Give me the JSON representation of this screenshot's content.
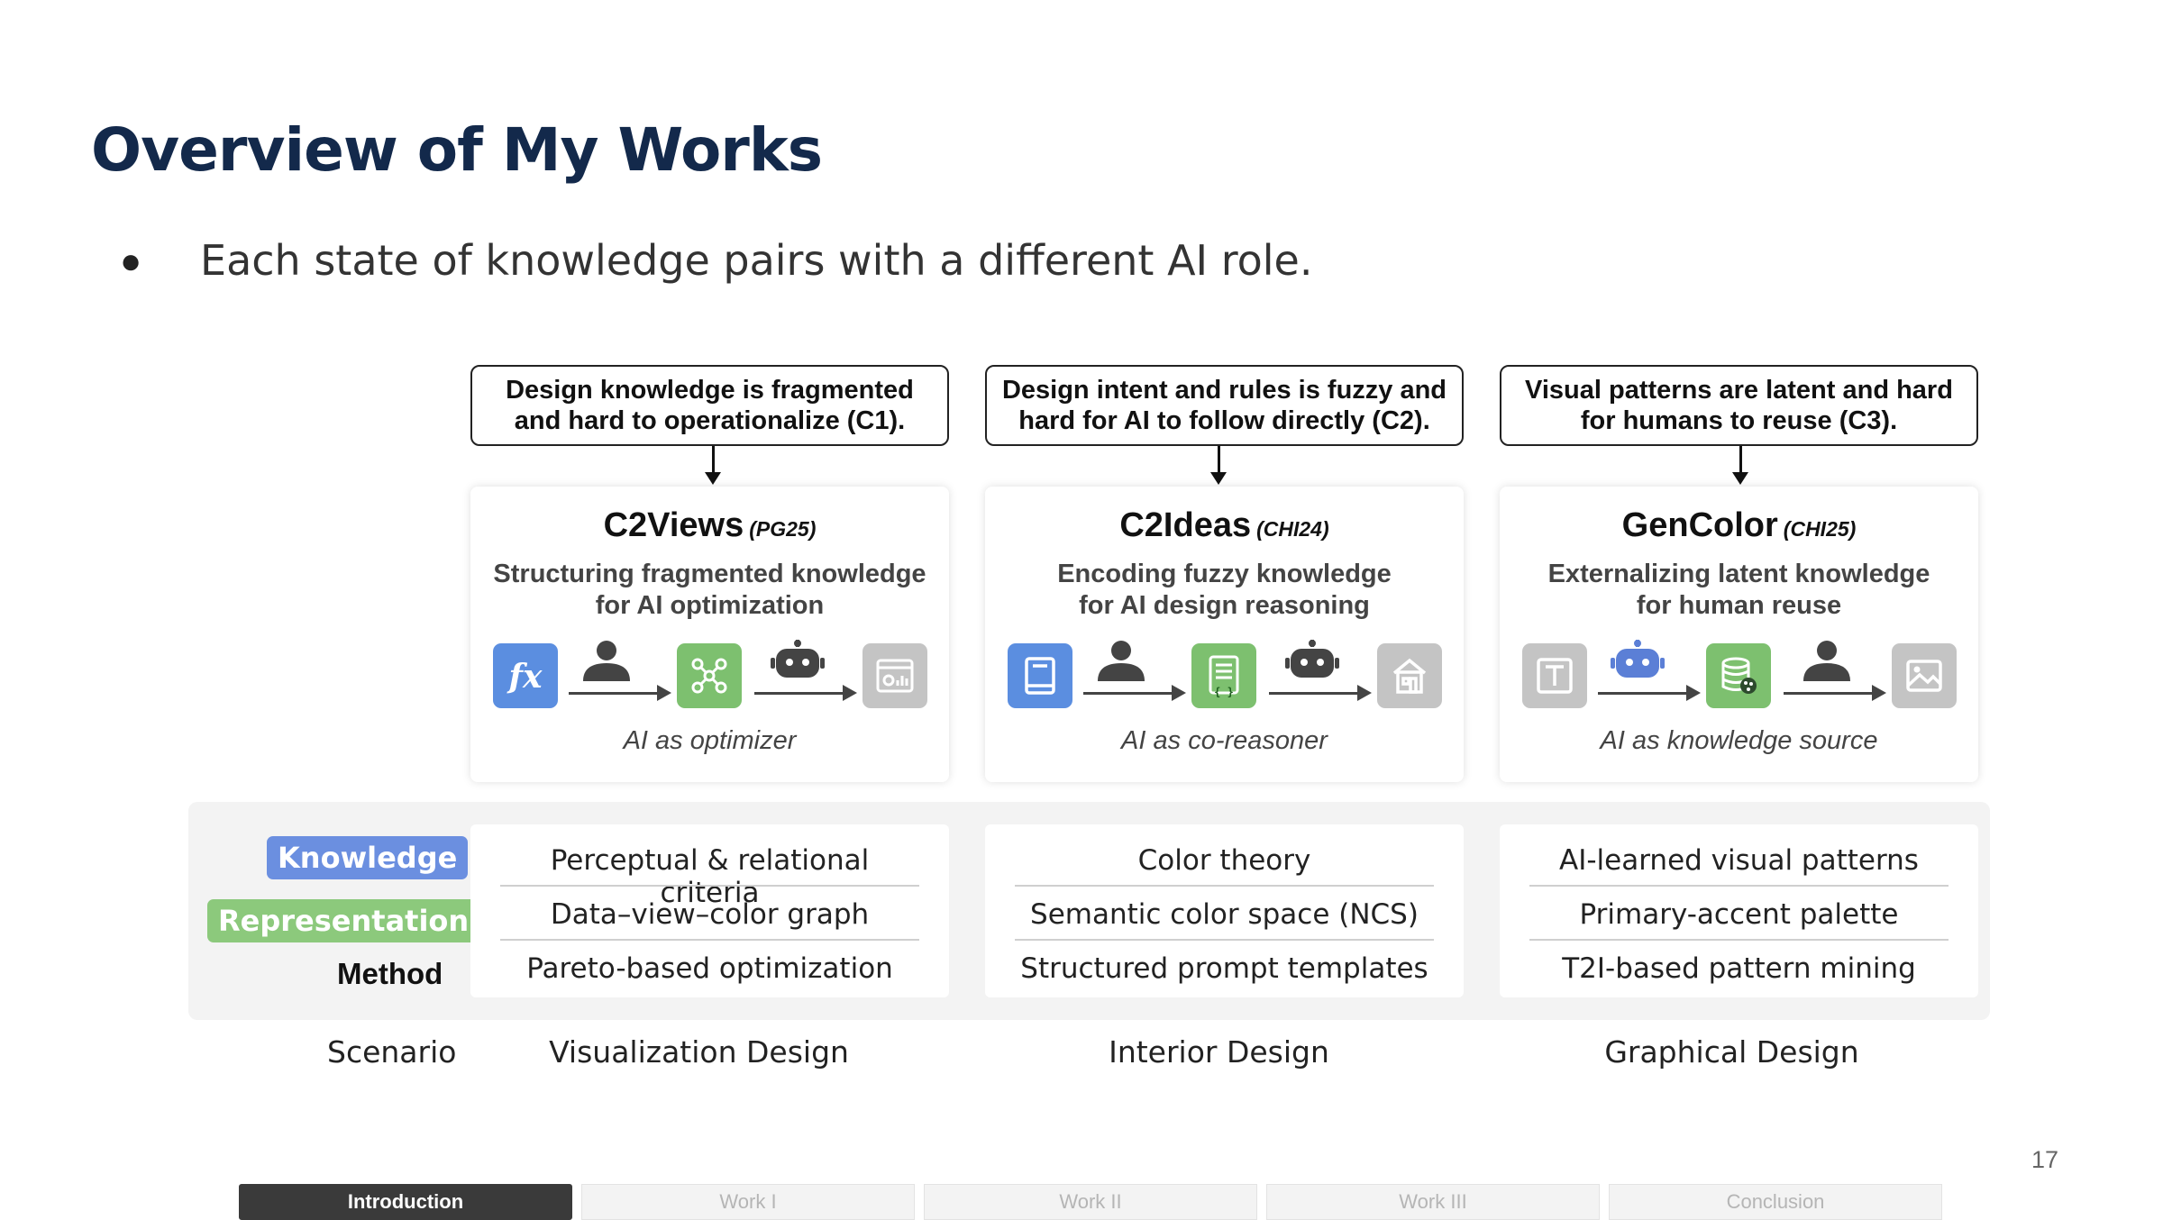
{
  "slide": {
    "title": "Overview of My Works",
    "bullet": "Each state of knowledge pairs with a different AI role.",
    "page_number": "17"
  },
  "challenges": [
    {
      "text": "Design knowledge is fragmented and hard to operationalize (C1)."
    },
    {
      "text": "Design intent and rules is fuzzy and hard for AI to follow directly (C2)."
    },
    {
      "text": "Visual patterns are latent and hard for humans to reuse (C3)."
    }
  ],
  "works": [
    {
      "name": "C2Views",
      "venue": "(PG25)",
      "desc1": "Structuring fragmented knowledge",
      "desc2": "for AI optimization",
      "role": "AI as optimizer",
      "icons": [
        "function-icon",
        "person-icon",
        "graph-icon",
        "robot-icon",
        "chart-window-icon"
      ]
    },
    {
      "name": "C2Ideas",
      "venue": "(CHI24)",
      "desc1": "Encoding  fuzzy knowledge",
      "desc2": "for AI design reasoning",
      "role": "AI as co-reasoner",
      "icons": [
        "book-icon",
        "person-icon",
        "prompt-doc-icon",
        "robot-icon",
        "house-icon"
      ]
    },
    {
      "name": "GenColor",
      "venue": "(CHI25)",
      "desc1": "Externalizing latent knowledge",
      "desc2": "for human reuse",
      "role": "AI as knowledge source",
      "icons": [
        "text-icon",
        "robot-icon",
        "palette-db-icon",
        "person-icon",
        "image-icon"
      ]
    }
  ],
  "legend": {
    "knowledge": "Knowledge",
    "representation": "Representation",
    "method": "Method",
    "scenario": "Scenario"
  },
  "rows": [
    {
      "knowledge": "Perceptual & relational criteria",
      "representation": "Data–view–color graph",
      "method": "Pareto-based optimization",
      "scenario": "Visualization Design"
    },
    {
      "knowledge": "Color theory",
      "representation": "Semantic color space (NCS)",
      "method": "Structured prompt templates",
      "scenario": "Interior Design"
    },
    {
      "knowledge": "AI-learned visual patterns",
      "representation": "Primary-accent palette",
      "method": "T2I-based pattern mining",
      "scenario": "Graphical Design"
    }
  ],
  "colors": {
    "title": "#13294b",
    "knowledge_badge": "#6b8fe0",
    "representation_badge": "#8cc97c",
    "tile_blue": "#5b8ee0",
    "tile_green": "#7dc06f",
    "tile_gray": "#c4c4c4"
  },
  "navbar": [
    {
      "label": "Introduction",
      "active": true
    },
    {
      "label": "Work I",
      "active": false
    },
    {
      "label": "Work II",
      "active": false
    },
    {
      "label": "Work III",
      "active": false
    },
    {
      "label": "Conclusion",
      "active": false
    }
  ]
}
